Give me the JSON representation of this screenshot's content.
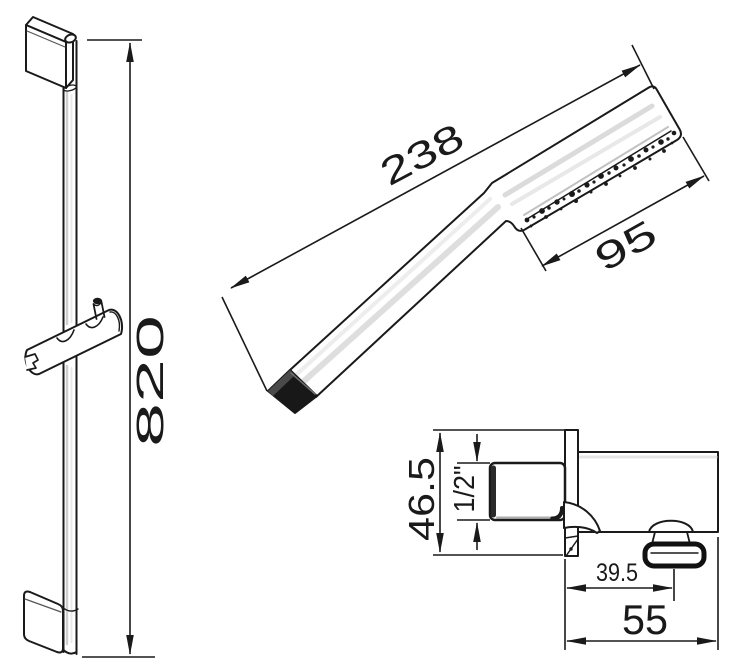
{
  "dimensions": {
    "rail_height": "820",
    "shower_length": "238",
    "head_face_width": "95",
    "outlet_height": "46.5",
    "thread_size": "1/2\"",
    "outlet_center_offset": "39.5",
    "outlet_total_width": "55"
  },
  "colors": {
    "line": "#1a1a1a",
    "background": "#ffffff",
    "cap_fill": "#181818"
  }
}
